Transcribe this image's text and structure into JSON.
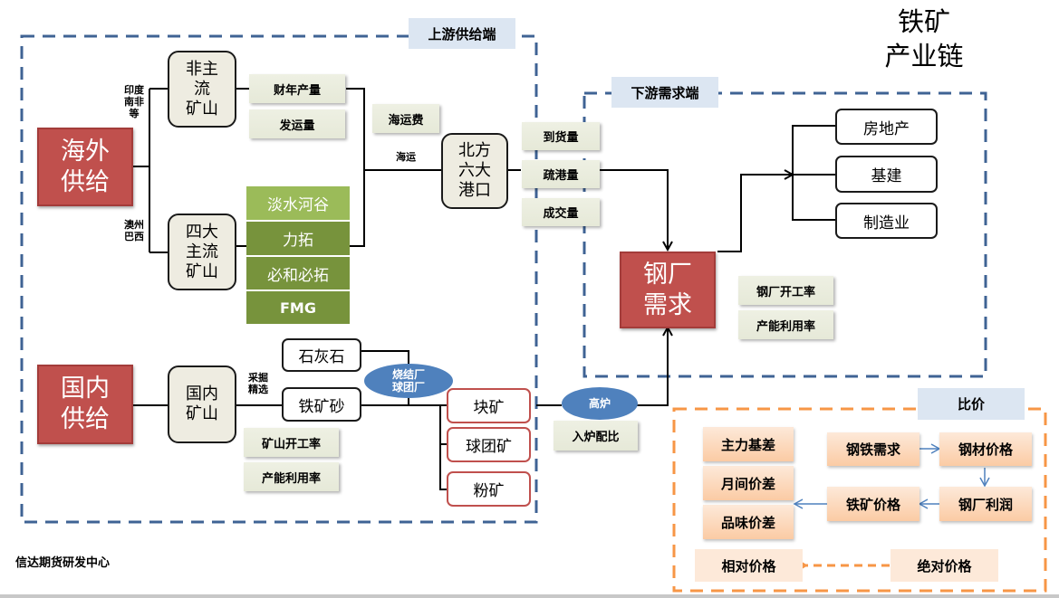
{
  "title": {
    "line1": "铁矿",
    "line2": "产业链"
  },
  "footer": "信达期货研发中心",
  "colors": {
    "supply_red": "#c0504d",
    "mine_fill": "#eeece1",
    "indicator_fill": "#ebf1de",
    "green_light": "#9bbb59",
    "green_dark": "#77933c",
    "oval_blue": "#4f81bd",
    "section_border_blue": "#3f6394",
    "section_border_orange": "#f79646",
    "section_label_fill": "#dce6f2",
    "peach_fill": "#fbcba4"
  },
  "upstream": {
    "label": "上游供给端",
    "overseas_supply": {
      "line1": "海外",
      "line2": "供给"
    },
    "non_major_mine": {
      "line1": "非主",
      "line2": "流",
      "line3": "矿山",
      "origin": [
        "印度",
        "南非",
        "等"
      ]
    },
    "non_major_indicators": [
      "财年产量",
      "发运量"
    ],
    "major_mine": {
      "line1": "四大",
      "line2": "主流",
      "line3": "矿山",
      "origin": [
        "澳州",
        "巴西"
      ]
    },
    "major_miners": [
      "淡水河谷",
      "力拓",
      "必和必拓",
      "FMG"
    ],
    "freight": {
      "indicator": "海运费",
      "edge_label": "海运"
    },
    "ports": {
      "line1": "北方",
      "line2": "六大",
      "line3": "港口"
    },
    "port_indicators": [
      "到货量",
      "疏港量",
      "成交量"
    ],
    "domestic_supply": {
      "line1": "国内",
      "line2": "供给"
    },
    "domestic_mine": {
      "line1": "国内",
      "line2": "矿山",
      "process": [
        "采掘",
        "精选"
      ]
    },
    "domestic_indicators": [
      "矿山开工率",
      "产能利用率"
    ],
    "raw_materials": [
      "石灰石",
      "铁矿砂"
    ],
    "sinter_plant": {
      "line1": "烧结厂",
      "line2": "球团厂"
    },
    "ore_types": [
      "块矿",
      "球团矿",
      "粉矿"
    ]
  },
  "blast_furnace": {
    "label": "高炉",
    "indicator": "入炉配比"
  },
  "downstream": {
    "label": "下游需求端",
    "steel_demand": {
      "line1": "钢厂",
      "line2": "需求"
    },
    "steel_indicators": [
      "钢厂开工率",
      "产能利用率"
    ],
    "end_uses": [
      "房地产",
      "基建",
      "制造业"
    ]
  },
  "price_comparison": {
    "label": "比价",
    "spreads": [
      "主力基差",
      "月间价差",
      "品味价差"
    ],
    "cycle": {
      "steel_demand": "钢铁需求",
      "steel_price": "钢材价格",
      "mill_profit": "钢厂利润",
      "ore_price": "铁矿价格"
    },
    "relative_price": "相对价格",
    "absolute_price": "绝对价格"
  }
}
